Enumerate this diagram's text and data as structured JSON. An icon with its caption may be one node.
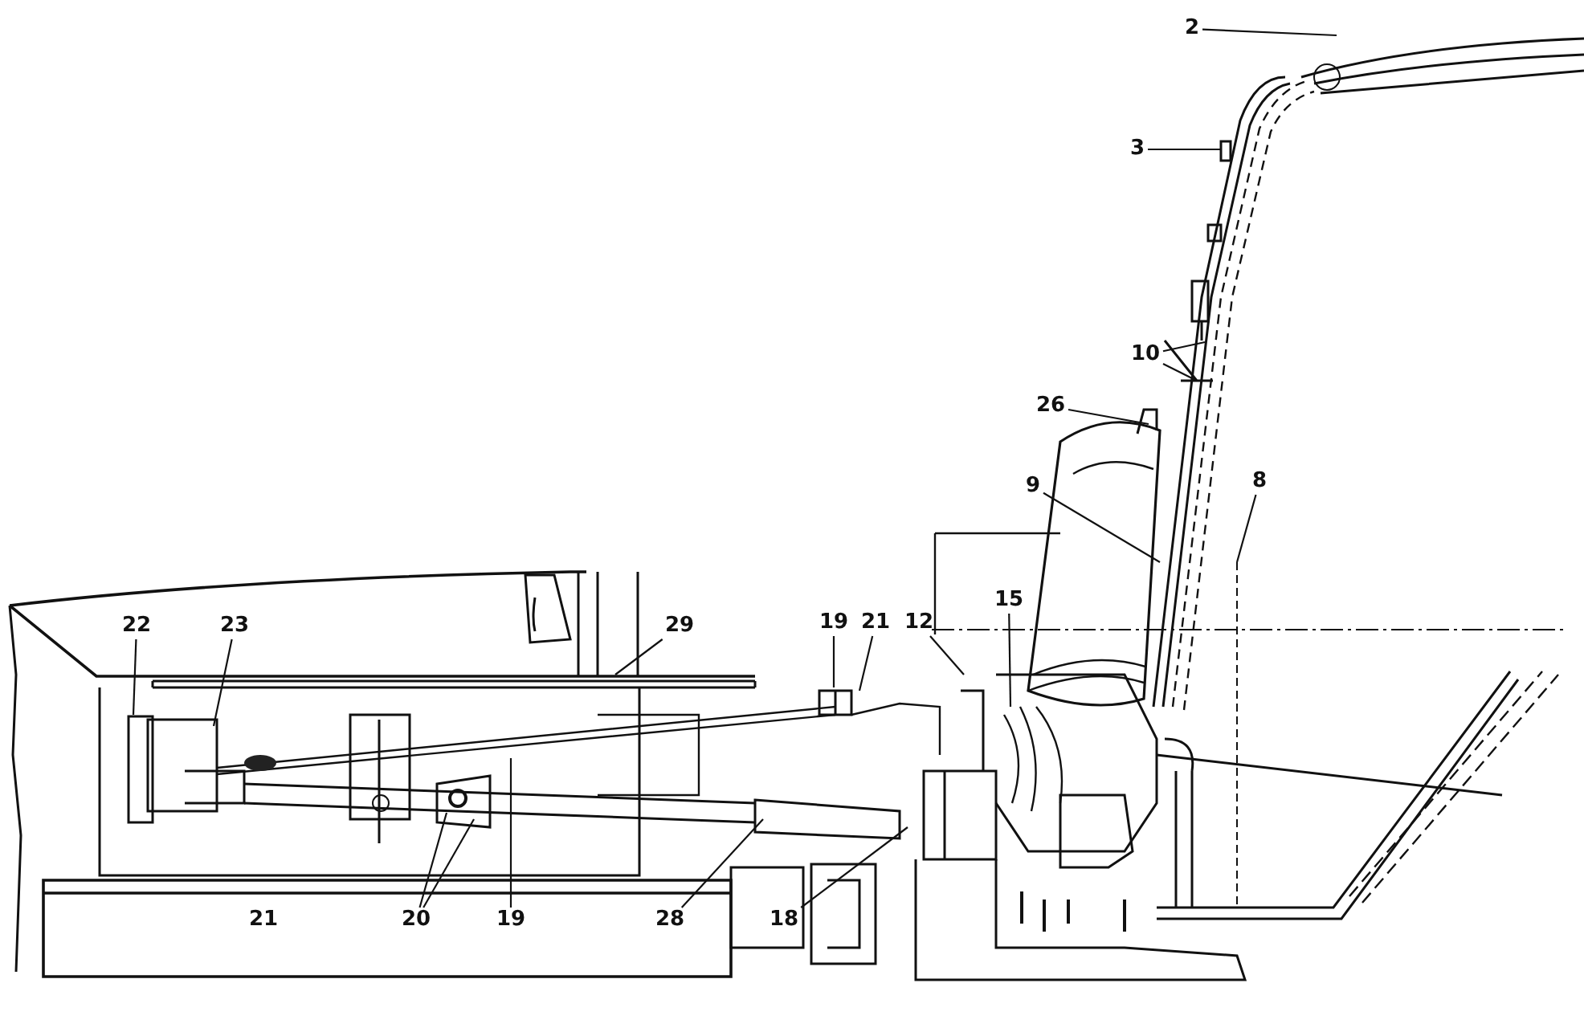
{
  "diagram": {
    "nodes": [
      {
        "text": [
          "2"
        ]
      },
      {
        "text": [
          "3"
        ]
      },
      {
        "text": [
          "10"
        ]
      },
      {
        "text": [
          "26"
        ]
      },
      {
        "text": [
          "9"
        ]
      },
      {
        "text": [
          "8"
        ]
      },
      {
        "text": [
          "22"
        ]
      },
      {
        "text": [
          "23"
        ]
      },
      {
        "text": [
          "29"
        ]
      },
      {
        "text": [
          "19"
        ]
      },
      {
        "text": [
          "21"
        ]
      },
      {
        "text": [
          "12"
        ]
      },
      {
        "text": [
          "15"
        ]
      },
      {
        "text": [
          "20"
        ]
      },
      {
        "text": [
          "19"
        ]
      },
      {
        "text": [
          "28"
        ]
      },
      {
        "text": [
          "18"
        ]
      }
    ],
    "edges": [
      {
        "from": 0,
        "to": null,
        "arrow": "none"
      },
      {
        "from": 1,
        "to": null,
        "arrow": "none"
      },
      {
        "from": 2,
        "to": null,
        "arrow": "none"
      },
      {
        "from": 2,
        "to": null,
        "arrow": "none"
      },
      {
        "from": 3,
        "to": null,
        "arrow": "none"
      },
      {
        "from": 4,
        "to": null,
        "arrow": "none"
      },
      {
        "from": 5,
        "to": null,
        "arrow": "none"
      },
      {
        "from": 6,
        "to": null,
        "arrow": "none"
      },
      {
        "from": 7,
        "to": null,
        "arrow": "none"
      },
      {
        "from": 8,
        "to": null,
        "arrow": "none"
      },
      {
        "from": 9,
        "to": null,
        "arrow": "none"
      },
      {
        "from": 10,
        "to": null,
        "arrow": "none"
      },
      {
        "from": 11,
        "to": null,
        "arrow": "none"
      },
      {
        "from": 12,
        "to": null,
        "arrow": "none"
      },
      {
        "from": 13,
        "to": null,
        "arrow": "none"
      },
      {
        "from": 13,
        "to": null,
        "arrow": "none"
      },
      {
        "from": 14,
        "to": null,
        "arrow": "none"
      },
      {
        "from": 15,
        "to": null,
        "arrow": "none"
      },
      {
        "from": 16,
        "to": null,
        "arrow": "none"
      }
    ],
    "labels": [
      "21"
    ]
  }
}
